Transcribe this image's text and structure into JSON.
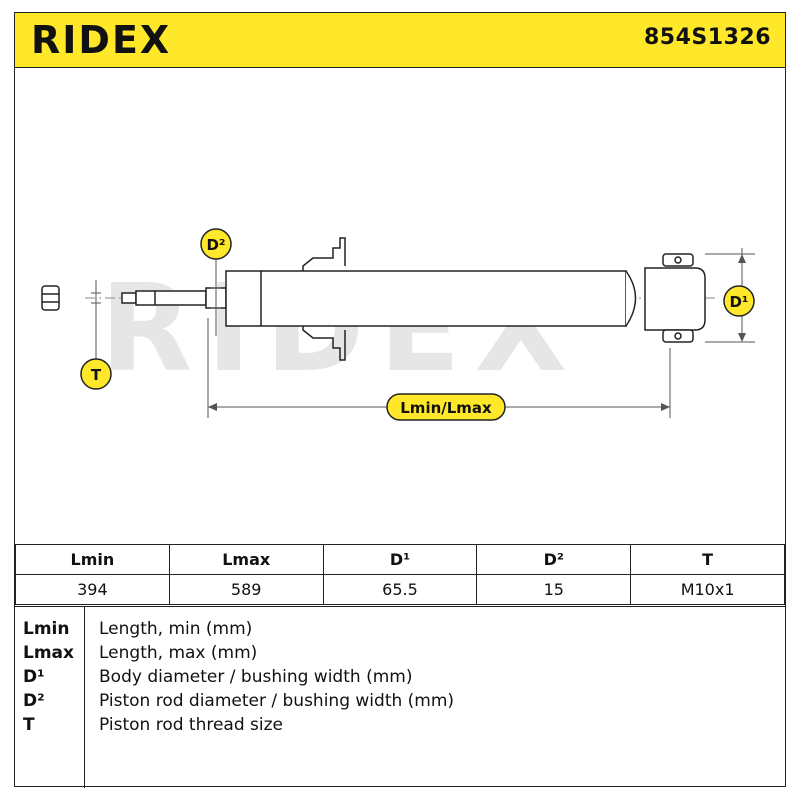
{
  "header": {
    "brand": "RIDEX",
    "part_number": "854S1326",
    "accent_color": "#ffe82a"
  },
  "diagram": {
    "watermark": "RIDEX",
    "labels": {
      "d2": "D²",
      "d1": "D¹",
      "t": "T",
      "length": "Lmin/Lmax"
    }
  },
  "specs": {
    "headers": [
      "Lmin",
      "Lmax",
      "D¹",
      "D²",
      "T"
    ],
    "values": [
      "394",
      "589",
      "65.5",
      "15",
      "M10x1"
    ]
  },
  "legend": [
    {
      "abbr": "Lmin",
      "desc": "Length, min (mm)"
    },
    {
      "abbr": "Lmax",
      "desc": "Length, max (mm)"
    },
    {
      "abbr": "D¹",
      "desc": "Body diameter / bushing width (mm)"
    },
    {
      "abbr": "D²",
      "desc": "Piston rod diameter / bushing width (mm)"
    },
    {
      "abbr": "T",
      "desc": "Piston rod thread size"
    }
  ]
}
